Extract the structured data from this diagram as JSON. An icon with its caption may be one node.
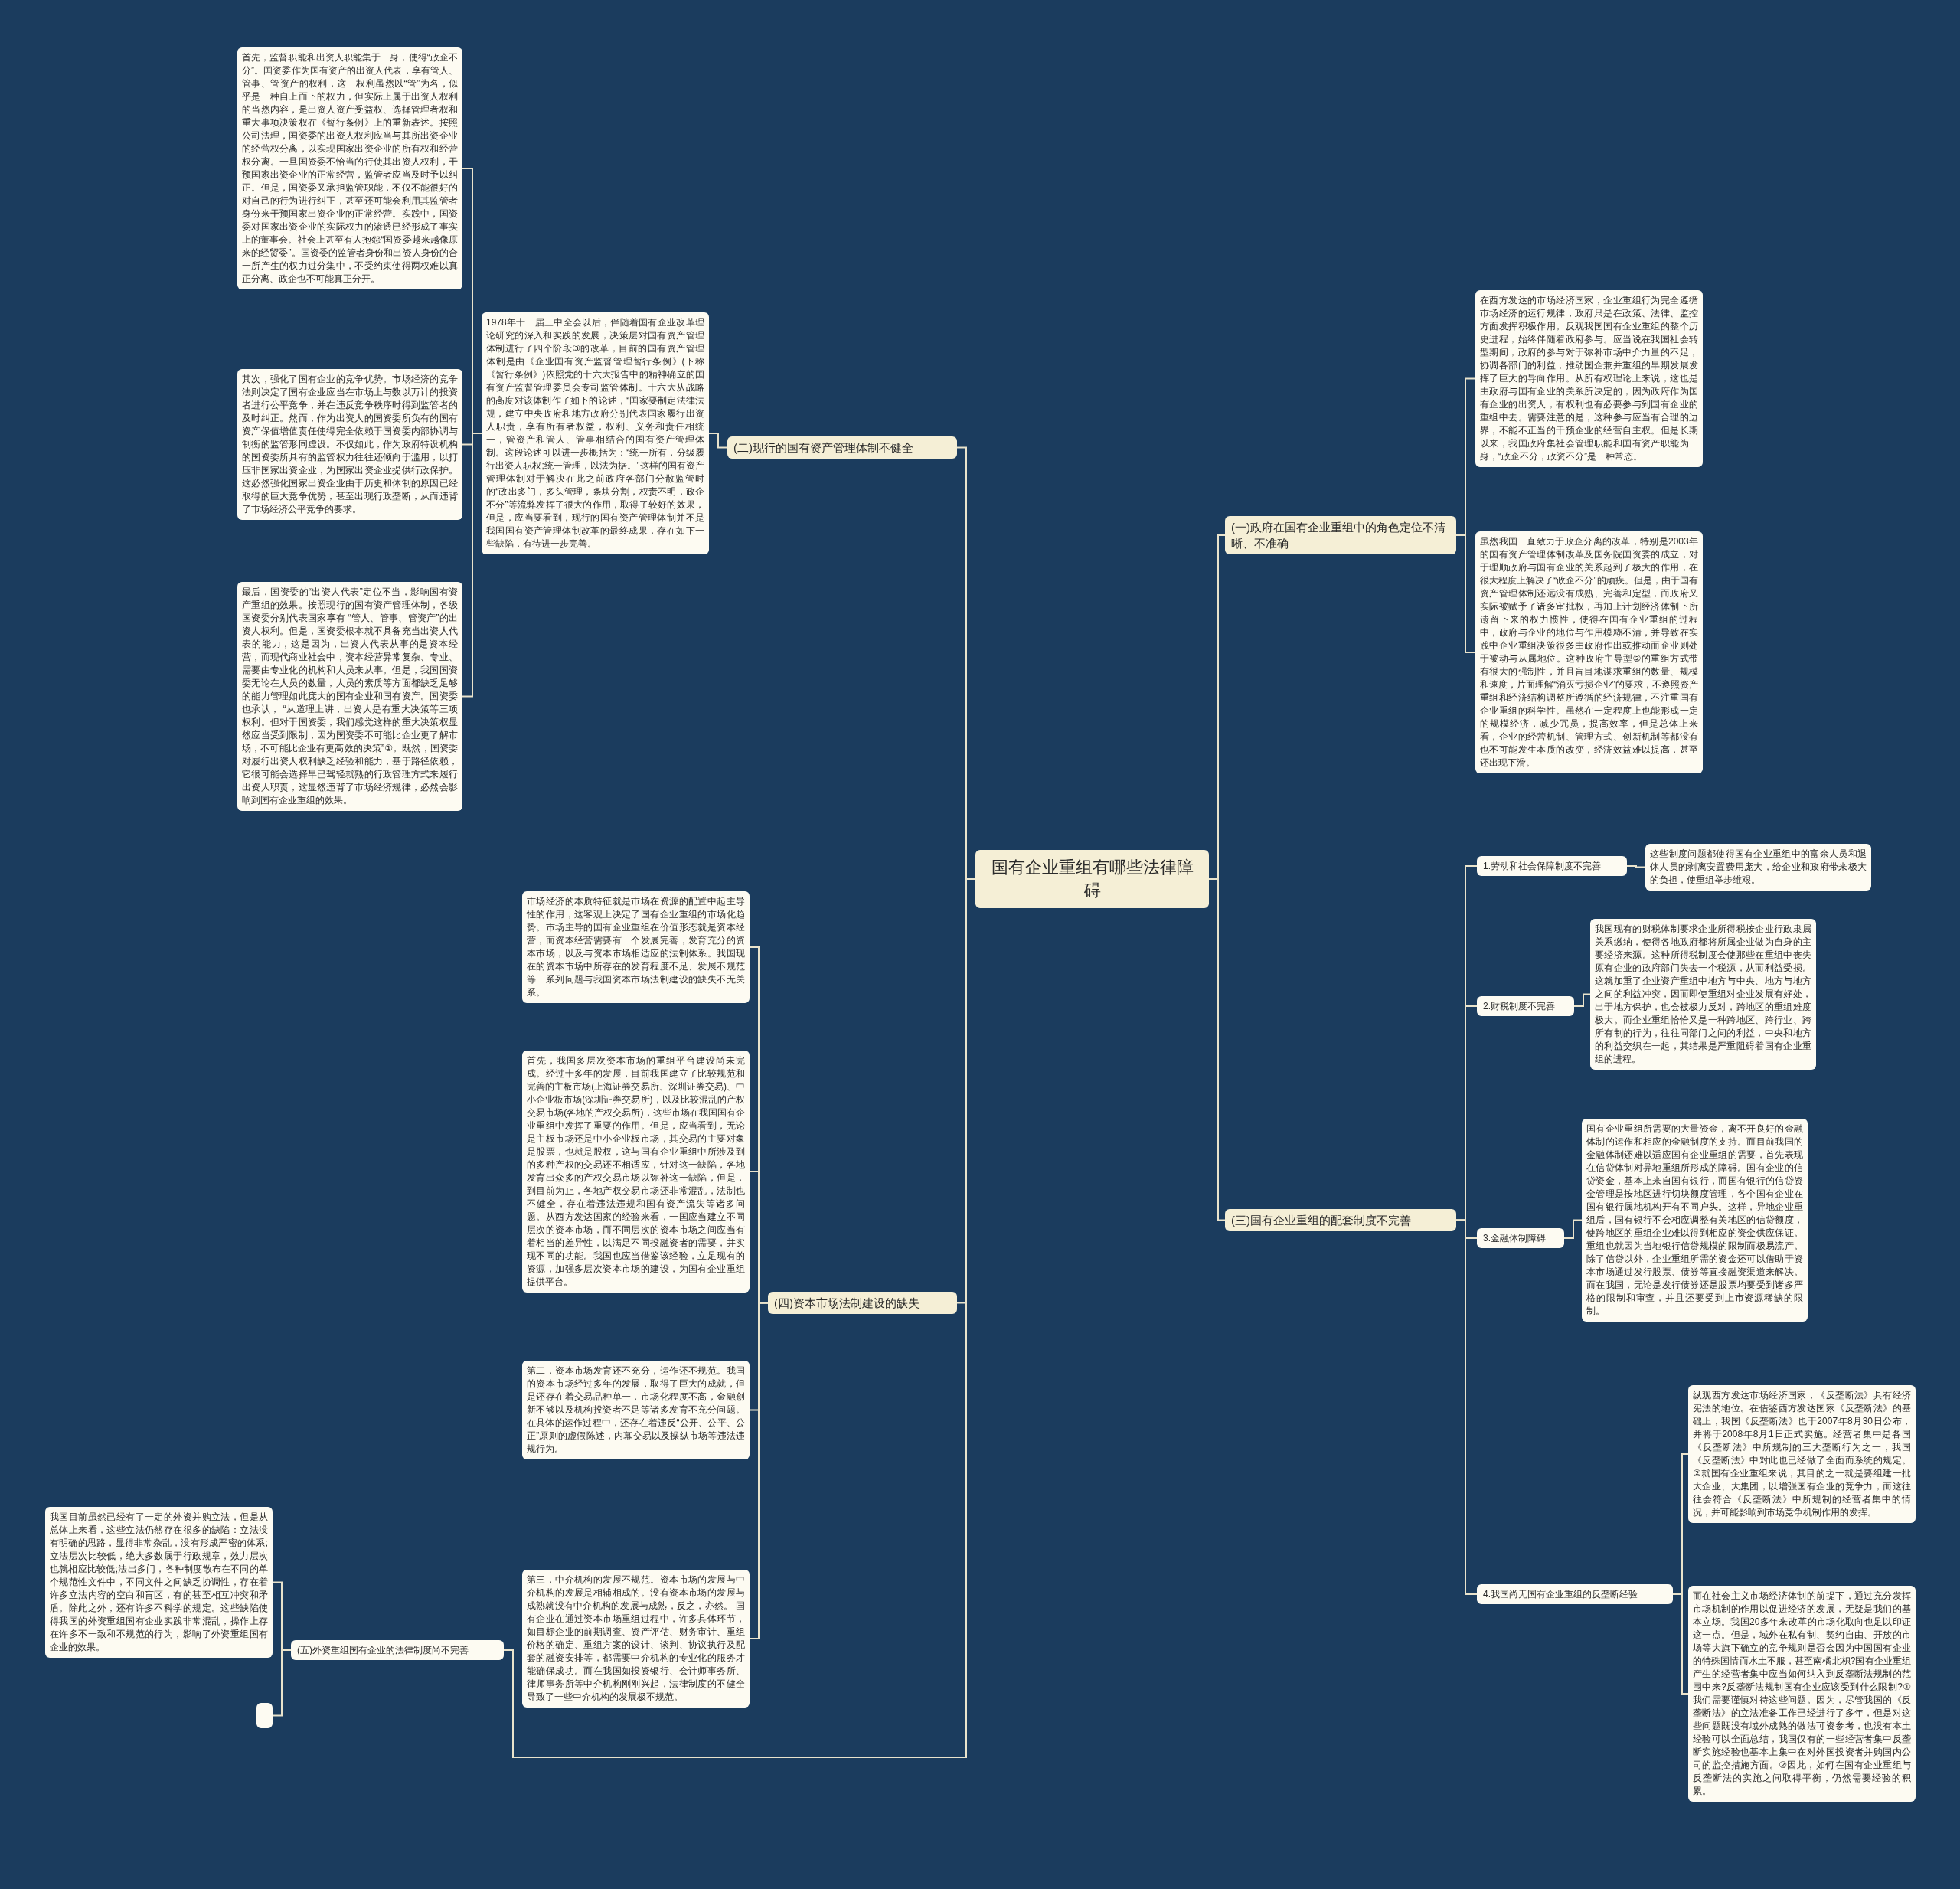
{
  "diagram": {
    "nodes": [
      {
        "text": [
          "国有企业重组有哪些法律障碍"
        ]
      },
      {
        "text": [
          "(二)现行的国有资产管理体制不健全"
        ]
      },
      {
        "text": [
          "1978年十一届三中全会以后，伴随着国有企业改革理论研究的深入和实践的发展，决策层对国有资产管理体制进行了四个阶段③的改革，目前的国有资产管理体制是由《企业国有资产监督管理暂行条例》(下称《暂行条例》)依照党的十六大报告中的精神确立的国有资产监督管理委员会专司监管体制。十六大从战略的高度对该体制作了如下的论述，“国家要制定法律法规，建立中央政府和地方政府分别代表国家履行出资人职责，享有所有者权益，权利、义务和责任相统一，管资产和管人、管事相结合的国有资产管理体制。这段论述可以进一步概括为：“统一所有，分级履行出资人职权;统一管理，以法为据。”这样的国有资产管理体制对于解决在此之前政府各部门分散监管时的“政出多门，多头管理，条块分割，权责不明，政企不分”等流弊发挥了很大的作用，取得了较好的效果，但是，应当要看到，现行的国有资产管理体制并不是我国国有资产管理体制改革的最终成果，存在如下一些缺陷，有待进一步完善。"
        ]
      },
      {
        "text": [
          "首先，监督职能和出资人职能集于一身，使得“政企不分”。国资委作为国有资产的出资人代表，享有管人、管事、管资产的权利，这一权利虽然以“管”为名，似乎是一种自上而下的权力，但实际上属于出资人权利的当然内容，是出资人资产受益权、选择管理者权和重大事项决策权在《暂行条例》上的重新表述。按照公司法理，国资委的出资人权利应当与其所出资企业的经营权分离，以实现国家出资企业的所有权和经营权分离。一旦国资委不恰当的行使其出资人权利，干预国家出资企业的正常经营，监管者应当及时予以纠正。但是，国资委又承担监管职能，不仅不能很好的对自己的行为进行纠正，甚至还可能会利用其监管者身份来干预国家出资企业的正常经营。实践中，国资委对国家出资企业的实际权力的渗透已经形成了事实上的董事会。社会上甚至有人抱怨“国资委越来越像原来的经贸委”。国资委的监管者身份和出资人身份的合一所产生的权力过分集中，不受约束使得两权难以真正分离、政企也不可能真正分开。"
        ]
      },
      {
        "text": [
          "其次，强化了国有企业的竞争优势。市场经济的竞争法则决定了国有企业应当在市场上与数以万计的投资者进行公平竞争，并在违反竞争秩序时得到监管者的及时纠正。然而，作为出资人的国资委所负有的国有资产保值增值责任使得完全依赖于国资委内部协调与制衡的监管形同虚设。不仅如此，作为政府特设机构的国资委所具有的监管权力往往还倾向于滥用，以打压非国家出资企业，为国家出资企业提供行政保护。这必然强化国家出资企业由于历史和体制的原因已经取得的巨大竞争优势，甚至出现行政垄断，从而违背了市场经济公平竞争的要求。"
        ]
      },
      {
        "text": [
          "最后，国资委的“出资人代表”定位不当，影响国有资产重组的效果。按照现行的国有资产管理体制，各级国资委分别代表国家享有 “管人、管事、管资产”的出资人权利。但是，国资委根本就不具备充当出资人代表的能力，这是因为，出资人代表从事的是资本经营，而现代商业社会中，资本经营异常复杂、专业、需要由专业化的机构和人员来从事。但是，我国国资委无论在人员的数量，人员的素质等方面都缺乏足够的能力管理如此庞大的国有企业和国有资产。国资委也承认， “从道理上讲，出资人是有重大决策等三项权利。但对于国资委，我们感觉这样的重大决策权显然应当受到限制，因为国资委不可能比企业更了解市场，不可能比企业有更高效的决策”①。既然，国资委对履行出资人权利缺乏经验和能力，基于路径依赖，它很可能会选择早已驾轻就熟的行政管理方式来履行出资人职责，这显然违背了市场经济规律，必然会影响到国有企业重组的效果。"
        ]
      },
      {
        "text": [
          "(四)资本市场法制建设的缺失"
        ]
      },
      {
        "text": [
          "市场经济的本质特征就是市场在资源的配置中起主导性的作用，这客观上决定了国有企业重组的市场化趋势。市场主导的国有企业重组在价值形态就是资本经营，而资本经营需要有一个发展完善，发育充分的资本市场，以及与资本市场相适应的法制体系。我国现在的资本市场中所存在的发育程度不足、发展不规范等一系列问题与我国资本市场法制建设的缺失不无关系。"
        ]
      },
      {
        "text": [
          "首先，我国多层次资本市场的重组平台建设尚未完成。经过十多年的发展，目前我国建立了比较规范和完善的主板市场(上海证券交易所、深圳证券交易)、中小企业板市场(深圳证券交易所)，以及比较混乱的产权交易市场(各地的产权交易所)，这些市场在我国国有企业重组中发挥了重要的作用。但是，应当看到，无论是主板市场还是中小企业板市场，其交易的主要对象是股票，也就是股权，这与国有企业重组中所涉及到的多种产权的交易还不相适应，针对这一缺陷，各地发育出众多的产权交易市场以弥补这一缺陷，但是，到目前为止，各地产权交易市场还非常混乱，法制也不健全，存在着违法违规和国有资产流失等诸多问题。从西方发达国家的经验来看，一国应当建立不同层次的资本市场，而不同层次的资本市场之间应当有着相当的差异性，以满足不同投融资者的需要，并实现不同的功能。我国也应当借鉴该经验，立足现有的资源，加强多层次资本市场的建设，为国有企业重组提供平台。"
        ]
      },
      {
        "text": [
          "第二，资本市场发育还不充分，运作还不规范。我国的资本市场经过多年的发展，取得了巨大的成就，但是还存在着交易品种单一，市场化程度不高，金融创新不够以及机构投资者不足等诸多发育不充分问题。在具体的运作过程中，还存在着违反“公开、公平、公正”原则的虚假陈述，内幕交易以及操纵市场等违法违规行为。"
        ]
      },
      {
        "text": [
          "第三，中介机构的发展不规范。资本市场的发展与中介机构的发展是相辅相成的。没有资本市场的发展与成熟就没有中介机构的发展与成熟，反之，亦然。 国有企业在通过资本市场重组过程中，许多具体环节，如目标企业的前期调查、资产评估、财务审计、重组价格的确定、重组方案的设计、谈判、协议执行及配套的融资安排等，都需要中介机构的专业化的服务才能确保成功。而在我国如投资银行、会计师事务所、律师事务所等中介机构刚刚兴起，法律制度的不健全导致了一些中介机构的发展极不规范。"
        ]
      },
      {
        "text": [
          "(五)外资重组国有企业的法律制度尚不完善"
        ]
      },
      {
        "text": [
          "我国目前虽然已经有了一定的外资并购立法，但是从总体上来看，这些立法仍然存在很多的缺陷：立法没有明确的思路，显得非常杂乱，没有形成严密的体系;立法层次比较低，绝大多数属于行政规章，效力层次也就相应比较低;法出多门，各种制度散布在不同的单个规范性文件中，不同文件之间缺乏协调性，存在着许多立法内容的空白和盲区，有的甚至相互冲突和矛盾。除此之外，还有许多不科学的规定。这些缺陷使得我国的外资重组国有企业实践非常混乱，操作上存在许多不一致和不规范的行为，影响了外资重组国有企业的效果。"
        ]
      },
      {
        "text": [],
        "shape": "box"
      },
      {
        "text": [
          "(一)政府在国有企业重组中的角色定位不清晰、不准确"
        ]
      },
      {
        "text": [
          "在西方发达的市场经济国家，企业重组行为完全遵循市场经济的运行规律，政府只是在政策、法律、监控方面发挥积极作用。反观我国国有企业重组的整个历史进程，始终伴随着政府参与。应当说在我国社会转型期间，政府的参与对于弥补市场中介力量的不足，协调各部门的利益，推动国企兼并重组的早期发展发挥了巨大的导向作用。从所有权理论上来说，这也是由政府与国有企业的关系所决定的，因为政府作为国有企业的出资人，有权利也有必要参与到国有企业的重组中去。需要注意的是，这种参与应当有合理的边界，不能不正当的干预企业的经营自主权。但是长期以来，我国政府集社会管理职能和国有资产职能为一身，“政企不分，政资不分”是一种常态。"
        ]
      },
      {
        "text": [
          "虽然我国一直致力于政企分离的改革，特别是2003年的国有资产管理体制改革及国务院国资委的成立，对于理顺政府与国有企业的关系起到了极大的作用，在很大程度上解决了“政企不分”的顽疾。但是，由于国有资产管理体制还远没有成熟、完善和定型，而政府又实际被赋予了诸多审批权，再加上计划经济体制下所遗留下来的权力惯性，使得在国有企业重组的过程中，政府与企业的地位与作用模糊不清，并导致在实践中企业重组决策很多由政府作出或推动而企业则处于被动与从属地位。这种政府主导型②的重组方式带有很大的强制性，并且盲目地谋求重组的数量、规模和速度，片面理解“消灭亏损企业”的要求，不遵照资产重组和经济结构调整所遵循的经济规律，不注重国有企业重组的科学性。虽然在一定程度上也能形成一定的规模经济，减少冗员，提高效率，但是总体上来看，企业的经营机制、管理方式、创新机制等都没有也不可能发生本质的改变，经济效益难以提高，甚至还出现下滑。"
        ]
      },
      {
        "text": [
          "(三)国有企业重组的配套制度不完善"
        ]
      },
      {
        "text": [
          "1.劳动和社会保障制度不完善"
        ]
      },
      {
        "text": [
          "这些制度问题都使得国有企业重组中的富余人员和退休人员的剥离安置费用庞大，给企业和政府带来极大的负担，使重组举步维艰。"
        ]
      },
      {
        "text": [
          "2.财税制度不完善"
        ]
      },
      {
        "text": [
          "我国现有的财税体制要求企业所得税按企业行政隶属关系缴纳，使得各地政府都将所属企业做为自身的主要经济来源。这种所得税制度会使那些在重组中丧失原有企业的政府部门失去一个税源，从而利益受损。这就加重了企业资产重组中地方与中央、地方与地方之间的利益冲突，因而即使重组对企业发展有好处，出于地方保护，也会被极力反对，跨地区的重组难度极大。而企业重组恰恰又是一种跨地区、跨行业、跨所有制的行为，往往同部门之间的利益，中央和地方的利益交织在一起，其结果是严重阻碍着国有企业重组的进程。"
        ]
      },
      {
        "text": [
          "3.金融体制障碍"
        ]
      },
      {
        "text": [
          "国有企业重组所需要的大量资金，离不开良好的金融体制的运作和相应的金融制度的支持。而目前我国的金融体制还难以适应国有企业重组的需要，首先表现在信贷体制对异地重组所形成的障碍。国有企业的信贷资金，基本上来自国有银行，而国有银行的信贷资金管理是按地区进行切块额度管理，各个国有企业在国有银行属地机构开有不同户头。这样，异地企业重组后，国有银行不会相应调整有关地区的信贷额度，使跨地区的重组企业难以得到相应的资金供应保证。重组也就因为当地银行信贷规模的限制而极易流产。除了信贷以外，企业重组所需的资金还可以借助于资本市场通过发行股票、债券等直接融资渠道来解决。而在我国，无论是发行债券还是股票均要受到诸多严格的限制和审查，并且还要受到上市资源稀缺的限制。"
        ]
      },
      {
        "text": [
          "4.我国尚无国有企业重组的反垄断经验"
        ]
      },
      {
        "text": [
          "纵观西方发达市场经济国家，《反垄断法》具有经济宪法的地位。在借鉴西方发达国家《反垄断法》的基础上，我国《反垄断法》也于2007年8月30日公布，并将于2008年8月1日正式实施。经营者集中是各国《反垄断法》中所规制的三大垄断行为之一，我国《反垄断法》中对此也已经做了全面而系统的规定。②就国有企业重组来说，其目的之一就是要组建一批大企业、大集团，以增强国有企业的竞争力，而这往往会符合《反垄断法》中所规制的经营者集中的情况，并可能影响到市场竞争机制作用的发挥。"
        ]
      },
      {
        "text": [
          "而在社会主义市场经济体制的前提下，通过充分发挥市场机制的作用以促进经济的发展，无疑是我们的基本立场。我国20多年来改革的市场化取向也足以印证这一点。但是，域外在私有制、契约自由、开放的市场等大旗下确立的竞争规则是否会因为中国国有企业的特殊国情而水土不服，甚至南橘北枳?国有企业重组产生的经营者集中应当如何纳入到反垄断法规制的范围中来?反垄断法规制国有企业应该受到什么限制?①我们需要谨慎对待这些问题。因为，尽管我国的《反垄断法》的立法准备工作已经进行了多年，但是对这些问题既没有域外成熟的做法可资参考，也没有本土经验可以全面总结，我国仅有的一些经营者集中反垄断实施经验也基本上集中在对外国投资者并购国内公司的监控措施方面。②因此，如何在国有企业重组与反垄断法的实施之间取得平衡，仍然需要经验的积累。"
        ]
      }
    ],
    "edges": [
      {
        "from": 0,
        "to": 1,
        "arrow": "none"
      },
      {
        "from": 1,
        "to": 2,
        "arrow": "none"
      },
      {
        "from": 2,
        "to": 3,
        "arrow": "none"
      },
      {
        "from": 2,
        "to": 4,
        "arrow": "none"
      },
      {
        "from": 2,
        "to": 5,
        "arrow": "none"
      },
      {
        "from": 0,
        "to": 6,
        "arrow": "none"
      },
      {
        "from": 6,
        "to": 7,
        "arrow": "none"
      },
      {
        "from": 6,
        "to": 8,
        "arrow": "none"
      },
      {
        "from": 6,
        "to": 9,
        "arrow": "none"
      },
      {
        "from": 6,
        "to": 10,
        "arrow": "none"
      },
      {
        "from": 0,
        "to": 11,
        "arrow": "none"
      },
      {
        "from": 11,
        "to": 12,
        "arrow": "none"
      },
      {
        "from": 11,
        "to": 13,
        "arrow": "none"
      },
      {
        "from": 0,
        "to": 14,
        "arrow": "none"
      },
      {
        "from": 14,
        "to": 15,
        "arrow": "none"
      },
      {
        "from": 14,
        "to": 16,
        "arrow": "none"
      },
      {
        "from": 0,
        "to": 17,
        "arrow": "none"
      },
      {
        "from": 17,
        "to": 18,
        "arrow": "none"
      },
      {
        "from": 18,
        "to": 19,
        "arrow": "none"
      },
      {
        "from": 17,
        "to": 20,
        "arrow": "none"
      },
      {
        "from": 20,
        "to": 21,
        "arrow": "none"
      },
      {
        "from": 17,
        "to": 22,
        "arrow": "none"
      },
      {
        "from": 22,
        "to": 23,
        "arrow": "none"
      },
      {
        "from": 17,
        "to": 24,
        "arrow": "none"
      },
      {
        "from": 24,
        "to": 25,
        "arrow": "none"
      },
      {
        "from": 24,
        "to": 26,
        "arrow": "none"
      }
    ]
  }
}
